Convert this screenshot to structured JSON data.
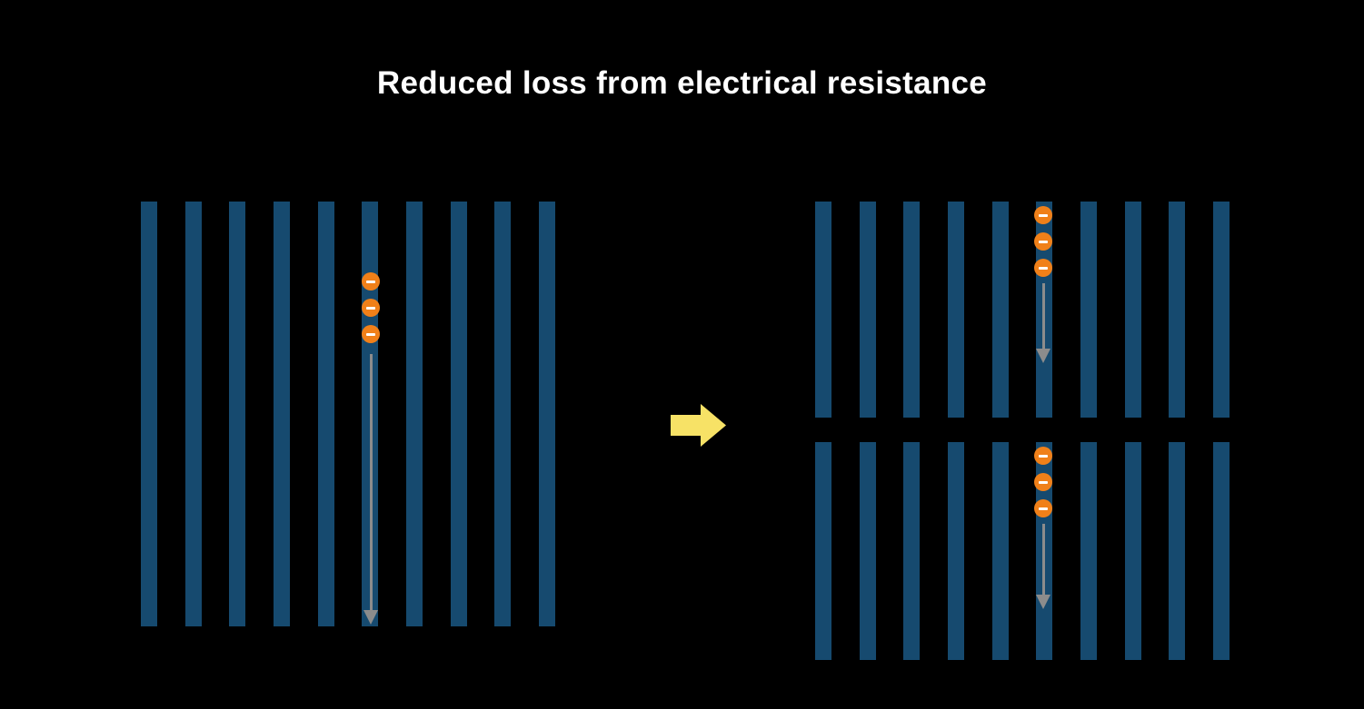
{
  "title": "Reduced loss from electrical resistance",
  "colors": {
    "background": "#000000",
    "bar": "#164a6f",
    "electron": "#f08019",
    "electron_symbol": "#ffffff",
    "flow_arrow": "#8c8c8c",
    "transition_arrow": "#f7e266",
    "title_text": "#ffffff"
  },
  "panels": [
    {
      "id": "left",
      "bar_count": 10,
      "electron_count": 3
    },
    {
      "id": "right-top",
      "bar_count": 10,
      "electron_count": 3
    },
    {
      "id": "right-bottom",
      "bar_count": 10,
      "electron_count": 3
    }
  ],
  "icons": {
    "electron": "electron-minus-icon",
    "flow": "down-arrow-icon",
    "transition": "right-arrow-icon"
  }
}
